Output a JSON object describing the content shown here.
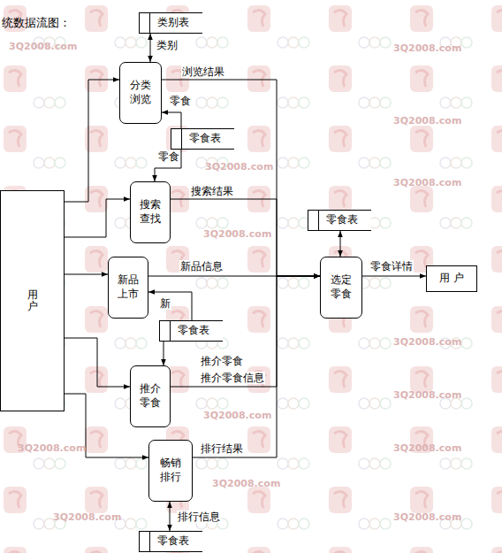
{
  "diagram": {
    "title": "统数据流图：",
    "nodes": [
      {
        "text": [
          "类别表"
        ]
      },
      {
        "text": [
          "分类浏览"
        ]
      },
      {
        "text": [
          "零食表"
        ]
      },
      {
        "text": [
          "用户"
        ]
      },
      {
        "text": [
          "搜索查找"
        ]
      },
      {
        "text": [
          "零食表"
        ]
      },
      {
        "text": [
          "新品上市"
        ]
      },
      {
        "text": [
          "选定零食"
        ]
      },
      {
        "text": [
          "用 户"
        ]
      },
      {
        "text": [
          "零食表"
        ]
      },
      {
        "text": [
          "推介零食"
        ]
      },
      {
        "text": [
          "畅销排行"
        ]
      },
      {
        "text": [
          "零食表"
        ]
      }
    ],
    "edges": [
      {
        "from": 0,
        "to": 1,
        "label": "类别",
        "arrow": "both"
      },
      {
        "from": 2,
        "to": 1,
        "label": "零食",
        "arrow": "to"
      },
      {
        "from": 2,
        "to": 4,
        "label": "零食",
        "arrow": "to"
      },
      {
        "from": 3,
        "to": 1,
        "arrow": "to"
      },
      {
        "from": 3,
        "to": 4,
        "arrow": "to"
      },
      {
        "from": 3,
        "to": 6,
        "arrow": "to"
      },
      {
        "from": 3,
        "to": 10,
        "arrow": "to"
      },
      {
        "from": 3,
        "to": 11,
        "arrow": "to"
      },
      {
        "from": 1,
        "to": 7,
        "label": "浏览结果",
        "arrow": "to"
      },
      {
        "from": 4,
        "to": 7,
        "label": "搜索结果",
        "arrow": "to"
      },
      {
        "from": 6,
        "to": 7,
        "label": "新品信息",
        "arrow": "to"
      },
      {
        "from": 9,
        "to": 6,
        "label": "新",
        "arrow": "to"
      },
      {
        "from": 9,
        "to": 10,
        "label": "推介零食",
        "arrow": "to"
      },
      {
        "from": 10,
        "to": 7,
        "label": "推介零食信息",
        "arrow": "to"
      },
      {
        "from": 11,
        "to": 7,
        "label": "排行结果",
        "arrow": "to"
      },
      {
        "from": 11,
        "to": 12,
        "label": "排行信息",
        "arrow": "both"
      },
      {
        "from": 5,
        "to": 7,
        "arrow": "both"
      },
      {
        "from": 7,
        "to": 8,
        "label": "零食详情",
        "arrow": "to"
      }
    ],
    "labels": [
      "3Q2008.com",
      "3Q2008.com",
      "3Q2008.com",
      "3Q2008.com",
      "3Q2008.com",
      "3Q2008.com",
      "3Q2008.com",
      "3Q2008.com",
      "3Q2008.com",
      "3Q2008.com",
      "3Q2008.com",
      "3Q2008.com",
      "3Q2008.com",
      "3Q2008.com"
    ]
  }
}
